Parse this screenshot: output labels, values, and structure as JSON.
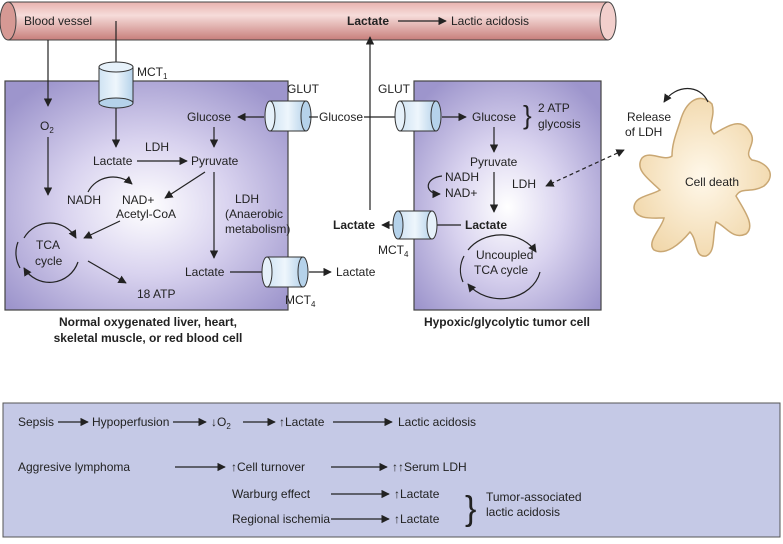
{
  "vessel": {
    "blood_vessel": "Blood vessel",
    "lactate": "Lactate",
    "lactic_acidosis": "Lactic acidosis"
  },
  "normal_cell": {
    "mct1": "MCT",
    "mct1_sub": "1",
    "glut": "GLUT",
    "o2": "O",
    "o2_sub": "2",
    "glucose": "Glucose",
    "ldh": "LDH",
    "lactate": "Lactate",
    "pyruvate": "Pyruvate",
    "nadh": "NADH",
    "nad": "NAD+",
    "acetyl_coa": "Acetyl-CoA",
    "ldh_anaerobic": [
      "LDH",
      "(Anaerobic",
      "metabolism)"
    ],
    "tca": [
      "TCA",
      "cycle"
    ],
    "lactate2": "Lactate",
    "atp": "18 ATP",
    "mct4": "MCT",
    "mct4_sub": "4",
    "lactate_out": "Lactate",
    "caption": [
      "Normal oxygenated liver, heart,",
      "skeletal muscle, or red blood cell"
    ]
  },
  "middle": {
    "glucose": "Glucose",
    "lactate": "Lactate"
  },
  "tumor_cell": {
    "glut": "GLUT",
    "glucose": "Glucose",
    "atp": [
      "2 ATP",
      "glycosis"
    ],
    "pyruvate": "Pyruvate",
    "nadh": "NADH",
    "nad": "NAD+",
    "ldh": "LDH",
    "lactate": "Lactate",
    "mct4": "MCT",
    "mct4_sub": "4",
    "tca": [
      "Uncoupled",
      "TCA cycle"
    ],
    "caption": "Hypoxic/glycolytic tumor cell"
  },
  "dying_cell": {
    "release": [
      "Release",
      "of LDH"
    ],
    "cell_death": "Cell death"
  },
  "summary": {
    "row1": {
      "sepsis": "Sepsis",
      "hypoperfusion": "Hypoperfusion",
      "o2": "↓O",
      "o2_sub": "2",
      "lactate": "↑Lactate",
      "acidosis": "Lactic acidosis"
    },
    "row2": {
      "lymphoma": "Aggresive lymphoma",
      "turnover": "↑Cell turnover",
      "ldh": "↑↑Serum LDH"
    },
    "row3": {
      "warburg": "Warburg effect",
      "lactate": "↑Lactate"
    },
    "row4": {
      "ischemia": "Regional ischemia",
      "lactate": "↑Lactate"
    },
    "bracket_label": [
      "Tumor-associated",
      "lactic acidosis"
    ]
  }
}
